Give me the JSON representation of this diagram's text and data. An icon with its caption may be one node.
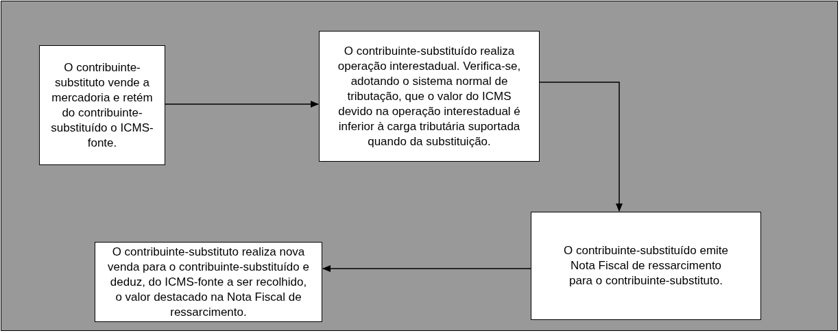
{
  "diagram": {
    "nodes": [
      {
        "text": [
          "O contribuinte-substituto vende a mercadoria e retém do contribuinte-substituído o ICMS-fonte."
        ]
      },
      {
        "text": [
          "O contribuinte-substituído realiza operação interestadual. Verifica-se, adotando o sistema normal de tributação, que o valor do ICMS devido na operação interestadual é inferior à carga tributária suportada quando da substituição."
        ]
      },
      {
        "text": [
          "O contribuinte-substituído emite Nota Fiscal de ressarcimento para o contribuinte-substituto."
        ]
      },
      {
        "text": [
          "O contribuinte-substituto realiza nova venda para o contribuinte-substituído e deduz, do ICMS-fonte a ser recolhido, o valor destacado na Nota Fiscal de ressarcimento."
        ]
      }
    ],
    "edges": [
      {
        "from": 0,
        "to": 1,
        "arrow": "to"
      },
      {
        "from": 1,
        "to": 2,
        "arrow": "to"
      },
      {
        "from": 2,
        "to": 3,
        "arrow": "to"
      }
    ]
  }
}
